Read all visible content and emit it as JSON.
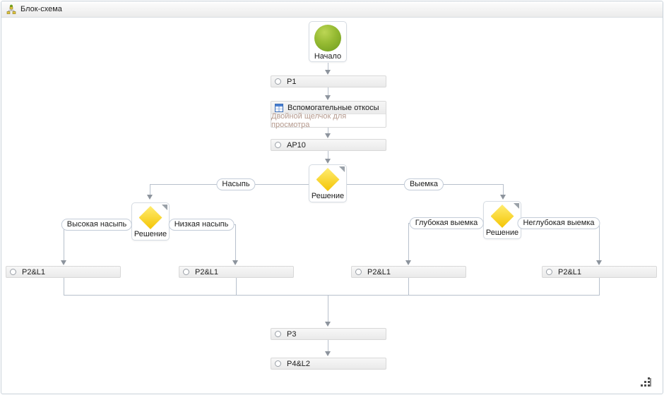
{
  "window": {
    "title": "Блок-схема"
  },
  "flowchart": {
    "start": {
      "label": "Начало"
    },
    "p1": {
      "label": "P1"
    },
    "aux": {
      "title": "Вспомогательные откосы",
      "hint": "Двойной щелчок для просмотра"
    },
    "ap10": {
      "label": "AP10"
    },
    "decision_main": {
      "label": "Решение"
    },
    "decision_left": {
      "label": "Решение"
    },
    "decision_right": {
      "label": "Решение"
    },
    "branch_labels": {
      "nasyp": "Насыпь",
      "vyemka": "Выемка",
      "vysokaya_nasyp": "Высокая насыпь",
      "nizkaya_nasyp": "Низкая насыпь",
      "glubokaya_vyemka": "Глубокая выемка",
      "neglubokaya_vyemka": "Неглубокая выемка"
    },
    "p2l1_boxes": [
      {
        "label": "P2&L1"
      },
      {
        "label": "P2&L1"
      },
      {
        "label": "P2&L1"
      },
      {
        "label": "P2&L1"
      }
    ],
    "p3": {
      "label": "P3"
    },
    "p4l2": {
      "label": "P4&L2"
    }
  },
  "icons": {
    "header": "flowchart-icon",
    "task_bullet": "radio-circle-icon",
    "aux": "subprocess-grid-icon",
    "decision_corner": "collapse-corner-icon",
    "resize": "resize-grip-icon"
  },
  "colors": {
    "connector": "#b7c0cc",
    "arrow": "#8d949d",
    "hint": "#b59a8e",
    "start_green": "#74a021",
    "decision_yellow": "#f4c504"
  }
}
